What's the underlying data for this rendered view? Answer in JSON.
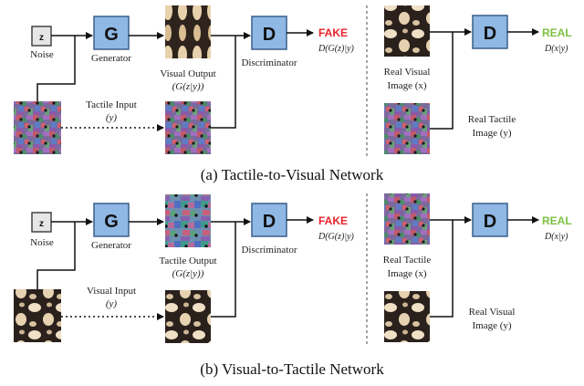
{
  "colors": {
    "box_fill": "#8fb9e4",
    "box_stroke": "#3a5f8a",
    "fake": "#e8232b",
    "real": "#7dc242",
    "noise_fill": "#e6e6e6"
  },
  "top": {
    "noise_box": "z",
    "noise_label": "Noise",
    "generator_box": "G",
    "generator_label": "Generator",
    "output_label_1": "Visual Output",
    "output_label_2": "(G(z|y))",
    "discriminator_box": "D",
    "discriminator_label": "Discriminator",
    "fake_label": "FAKE",
    "fake_formula": "D(G(z)|y)",
    "input_label_1": "Tactile Input",
    "input_label_2": "(y)",
    "real_image_label_1": "Real Visual",
    "real_image_label_2": "Image (x)",
    "real_cond_label_1": "Real Tactile",
    "real_cond_label_2": "Image (y)",
    "real_d_box": "D",
    "real_label": "REAL",
    "real_formula": "D(x|y)",
    "caption": "(a) Tactile-to-Visual Network"
  },
  "bottom": {
    "noise_box": "z",
    "noise_label": "Noise",
    "generator_box": "G",
    "generator_label": "Generator",
    "output_label_1": "Tactile Output",
    "output_label_2": "(G(z|y))",
    "discriminator_box": "D",
    "discriminator_label": "Discriminator",
    "fake_label": "FAKE",
    "fake_formula": "D(G(z)|y)",
    "input_label_1": "Visual Input",
    "input_label_2": "(y)",
    "real_image_label_1": "Real Tactile",
    "real_image_label_2": "Image (x)",
    "real_cond_label_1": "Real Visual",
    "real_cond_label_2": "Image (y)",
    "real_d_box": "D",
    "real_label": "REAL",
    "real_formula": "D(x|y)",
    "caption": "(b) Visual-to-Tactile Network"
  }
}
